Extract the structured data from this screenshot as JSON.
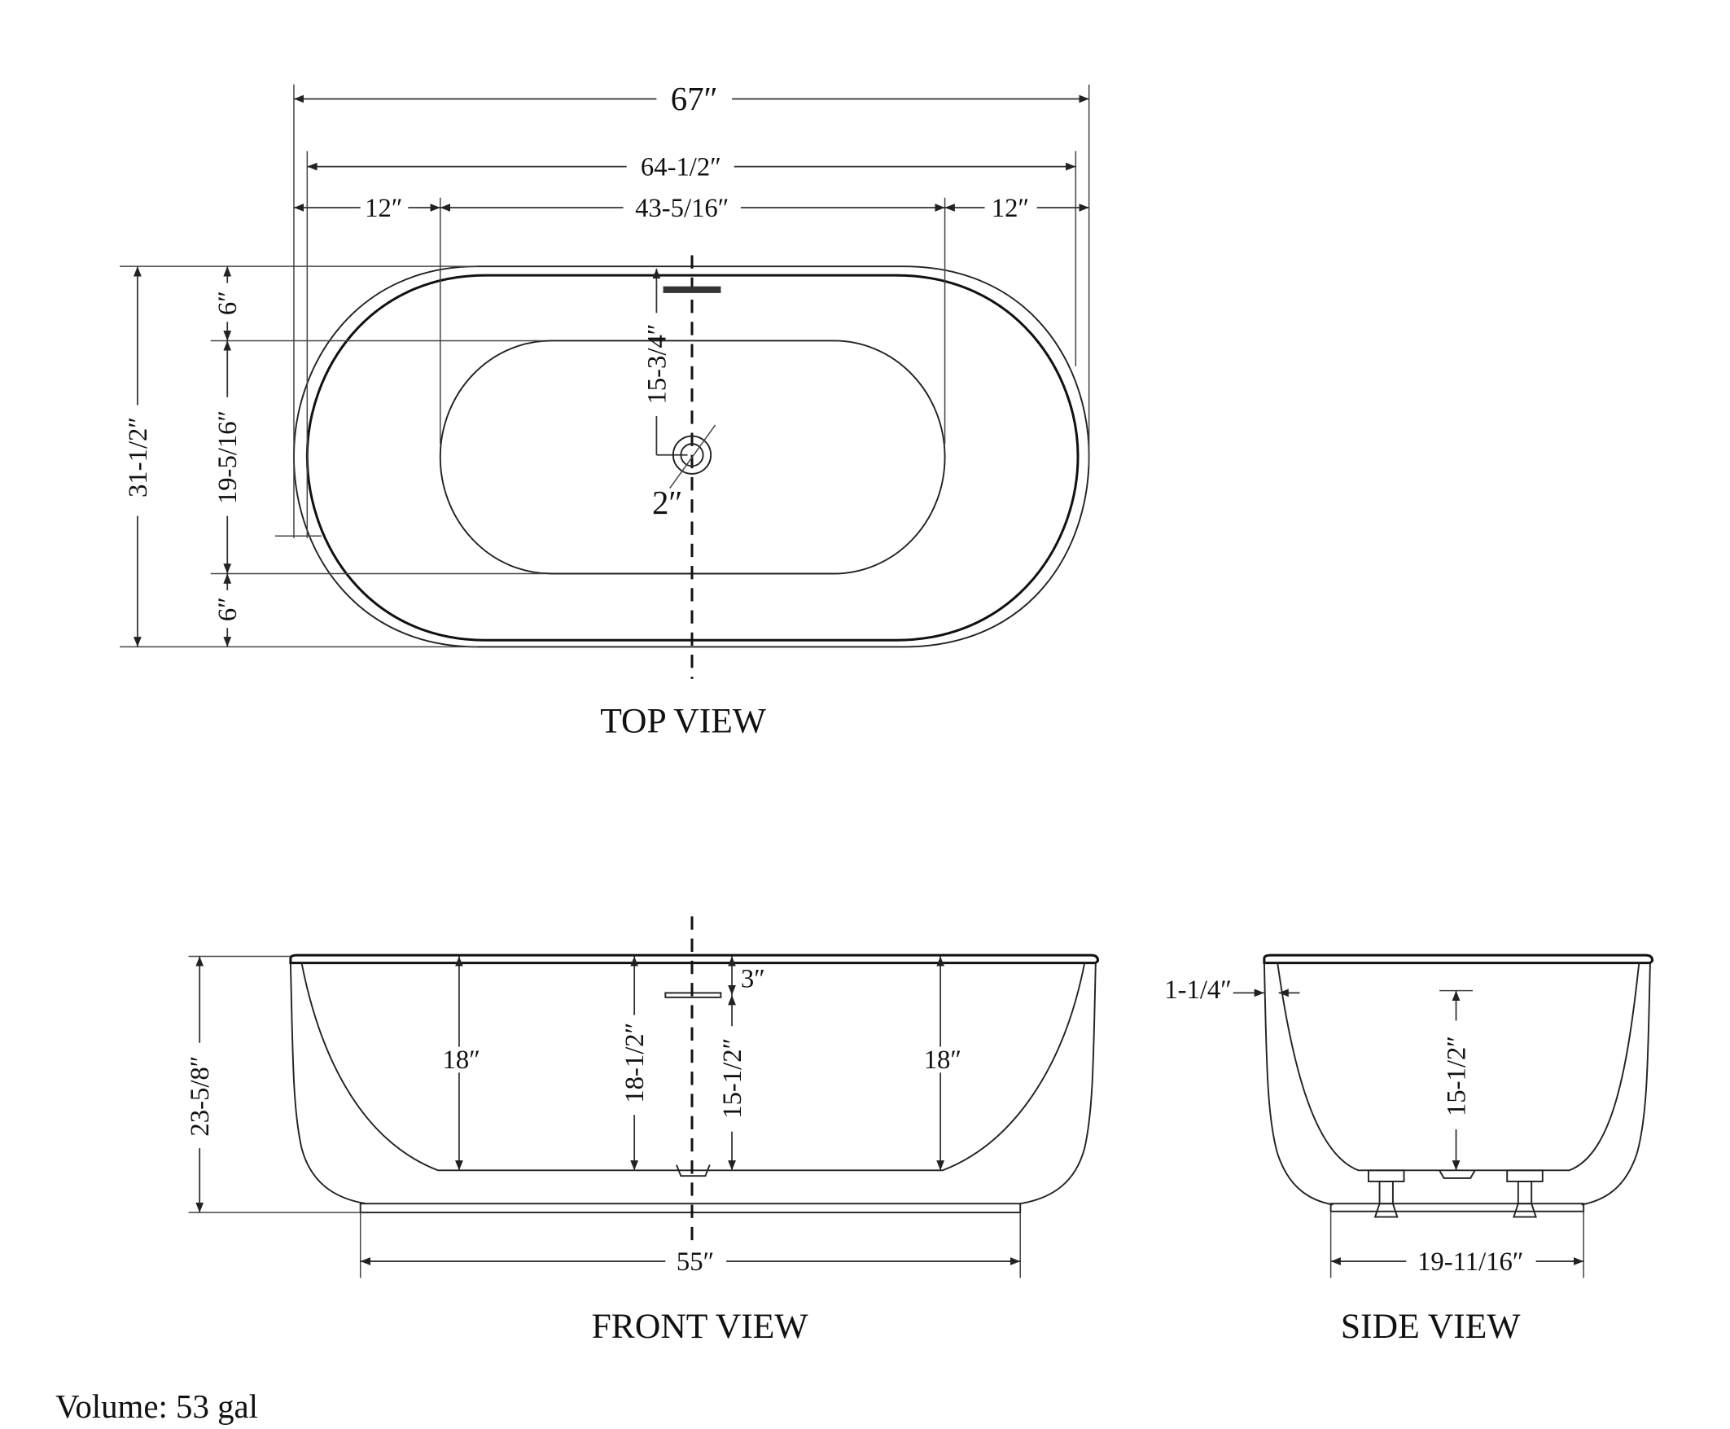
{
  "top_view": {
    "title": "TOP VIEW",
    "overall_length": "67″",
    "rim_length": "64-1/2″",
    "left_end": "12″",
    "basin_length": "43-5/16″",
    "right_end": "12″",
    "overall_width": "31-1/2″",
    "top_rim": "6″",
    "basin_width": "19-5/16″",
    "bottom_rim": "6″",
    "overflow_to_drain": "15-3/4″",
    "drain_size": "2″"
  },
  "front_view": {
    "title": "FRONT VIEW",
    "overall_height": "23-5/8″",
    "left_depth": "18″",
    "center_depth": "18-1/2″",
    "overflow_height": "15-1/2″",
    "overflow_from_rim": "3″",
    "right_depth": "18″",
    "base_length": "55″"
  },
  "side_view": {
    "title": "SIDE VIEW",
    "rim_thickness": "1-1/4″",
    "water_depth": "15-1/2″",
    "base_width": "19-11/16″"
  },
  "volume": "Volume: 53 gal"
}
